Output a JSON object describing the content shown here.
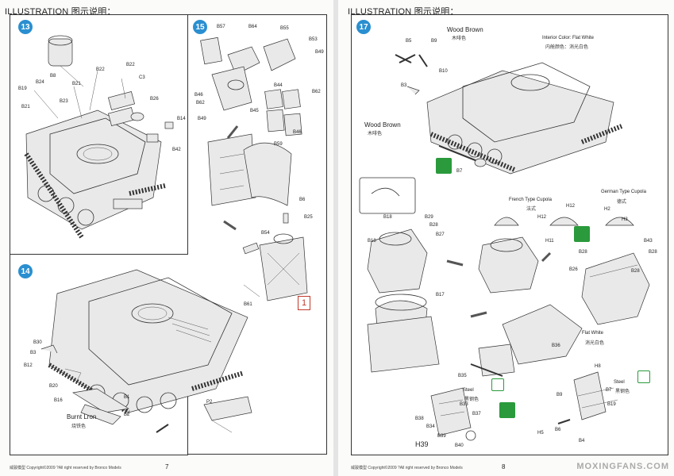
{
  "header": {
    "left_title": "ILLUSTRATION 图示说明：",
    "right_title": "ILLUSTRATION 图示说明："
  },
  "steps": {
    "s13": "13",
    "s14": "14",
    "s15": "15",
    "s17": "17"
  },
  "step13": {
    "labels": [
      "B22",
      "B24",
      "B8",
      "B21",
      "B23",
      "B19",
      "B21",
      "C3",
      "B22",
      "B26",
      "B14",
      "B42"
    ]
  },
  "step15": {
    "labels": [
      "B57",
      "B64",
      "B55",
      "B53",
      "B49",
      "B46",
      "B62",
      "B49",
      "B45",
      "B44",
      "B62",
      "B46",
      "B59",
      "B6",
      "B25",
      "B54",
      "B61"
    ],
    "box_number": "1"
  },
  "step14": {
    "labels": [
      "B30",
      "B3",
      "B12",
      "B20",
      "B16",
      "B1",
      "B2",
      "P2"
    ],
    "burnt_label": "Burnt Lron",
    "burnt_cn": "烧铁色"
  },
  "step17": {
    "wood_brown_1": "Wood Brown",
    "wood_brown_1_cn": "木啡色",
    "interior": "Interior Color: Flat White",
    "interior_cn": "内舱颜色：消光白色",
    "wood_brown_2": "Wood Brown",
    "wood_brown_2_cn": "木啡色",
    "french": "French Type Cupola",
    "french_cn": "法式",
    "german": "German Type Cupola",
    "german_cn": "德式",
    "flat_white": "Flat White",
    "flat_white_cn": "消光白色",
    "steel_1": "Steel",
    "steel_1_cn": "黑钢色",
    "steel_2": "Steel",
    "steel_2_cn": "黑钢色",
    "h39": "H39",
    "labels": [
      "B5",
      "B9",
      "B10",
      "B3",
      "B7",
      "B18",
      "B29",
      "B28",
      "B27",
      "B18",
      "B17",
      "H12",
      "H11",
      "H12",
      "H2",
      "H3",
      "B43",
      "B28",
      "B28",
      "B26",
      "B28",
      "B36",
      "B35",
      "B33",
      "B38",
      "B34",
      "B37",
      "B39",
      "B40",
      "H8",
      "B9",
      "B7",
      "B19",
      "B6",
      "B4",
      "H5"
    ]
  },
  "footer": {
    "left_copyright": "威骏模型 Copyright©2009 ?All right reserved by Bronco Models",
    "right_copyright": "威骏模型 Copyright©2009 ?All right reserved by Bronco Models",
    "left_page": "7",
    "right_page": "8",
    "watermark": "MOXINGFANS.COM"
  },
  "icons": {
    "step_badge_color": "#2a8fd0",
    "assembly_icon_color": "#2a9a3c"
  }
}
